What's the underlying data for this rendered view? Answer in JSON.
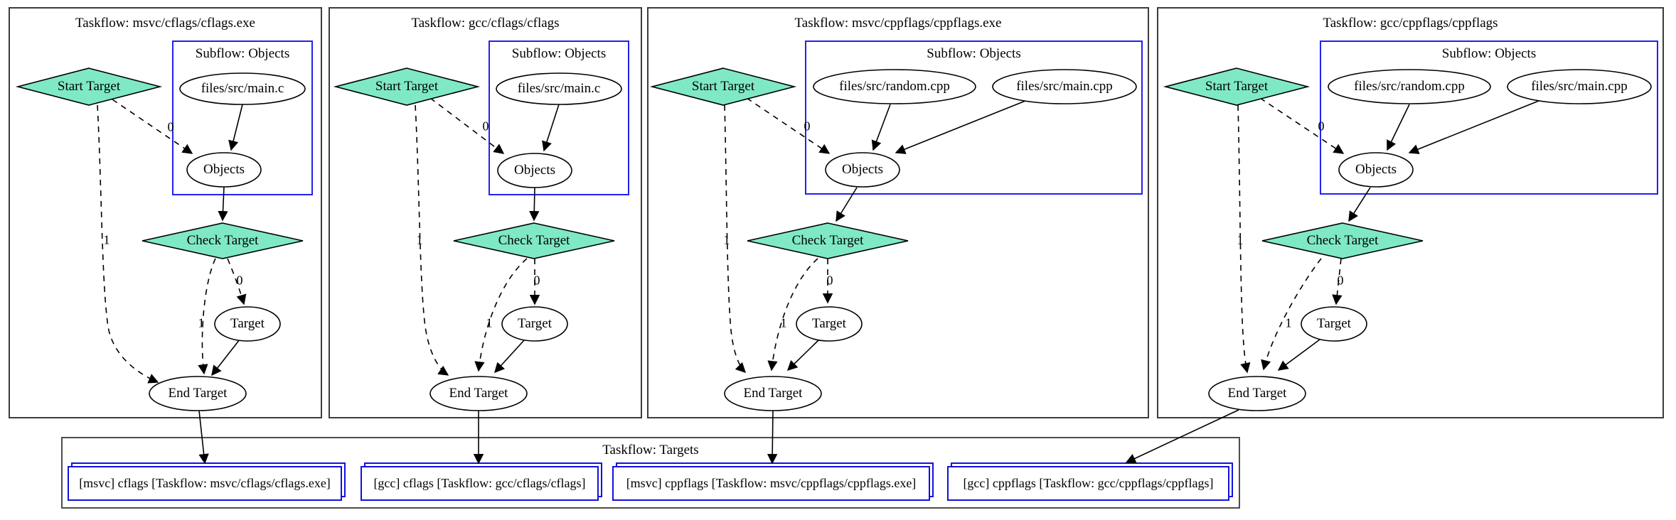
{
  "diagram": {
    "taskflows": [
      {
        "title": "Taskflow: msvc/cflags/cflags.exe",
        "subflow_title": "Subflow: Objects",
        "sources": {
          "a": "files/src/main.c"
        },
        "objects": "Objects",
        "start": "Start Target",
        "check": "Check Target",
        "target": "Target",
        "end": "End Target",
        "labels": {
          "start_objects": "0",
          "start_end": "1",
          "check_target": "0",
          "check_end": "1"
        }
      },
      {
        "title": "Taskflow: gcc/cflags/cflags",
        "subflow_title": "Subflow: Objects",
        "sources": {
          "a": "files/src/main.c"
        },
        "objects": "Objects",
        "start": "Start Target",
        "check": "Check Target",
        "target": "Target",
        "end": "End Target",
        "labels": {
          "start_objects": "0",
          "start_end": "1",
          "check_target": "0",
          "check_end": "1"
        }
      },
      {
        "title": "Taskflow: msvc/cppflags/cppflags.exe",
        "subflow_title": "Subflow: Objects",
        "sources": {
          "a": "files/src/random.cpp",
          "b": "files/src/main.cpp"
        },
        "objects": "Objects",
        "start": "Start Target",
        "check": "Check Target",
        "target": "Target",
        "end": "End Target",
        "labels": {
          "start_objects": "0",
          "start_end": "1",
          "check_target": "0",
          "check_end": "1"
        }
      },
      {
        "title": "Taskflow: gcc/cppflags/cppflags",
        "subflow_title": "Subflow: Objects",
        "sources": {
          "a": "files/src/random.cpp",
          "b": "files/src/main.cpp"
        },
        "objects": "Objects",
        "start": "Start Target",
        "check": "Check Target",
        "target": "Target",
        "end": "End Target",
        "labels": {
          "start_objects": "0",
          "start_end": "1",
          "check_target": "0",
          "check_end": "1"
        }
      }
    ],
    "targets": {
      "title": "Taskflow: Targets",
      "boxes": [
        "[msvc] cflags [Taskflow: msvc/cflags/cflags.exe]",
        "[gcc] cflags [Taskflow: gcc/cflags/cflags]",
        "[msvc] cppflags [Taskflow: msvc/cppflags/cppflags.exe]",
        "[gcc] cppflags [Taskflow: gcc/cppflags/cppflags]"
      ]
    },
    "colors": {
      "condition_fill": "#7fe9c6",
      "subflow_border": "#2222ee",
      "target_box_border": "#1111dd",
      "cluster_border": "#3c3c3c",
      "edge": "#000000"
    }
  }
}
